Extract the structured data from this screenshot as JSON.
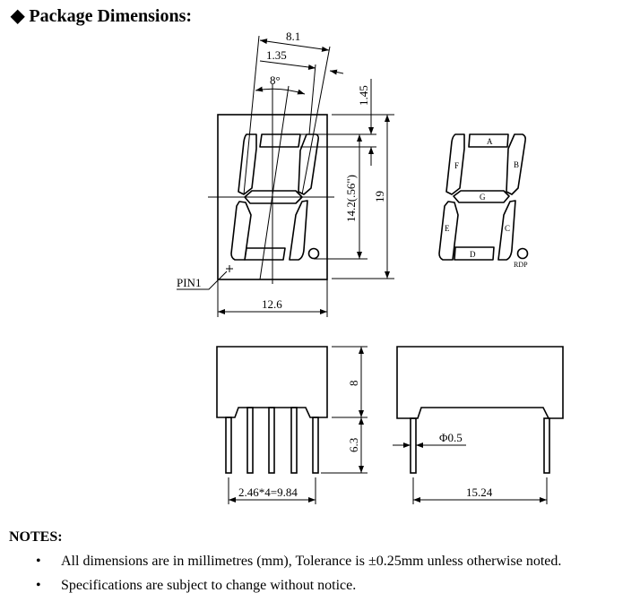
{
  "title": {
    "icon": "diamond-icon",
    "text": "Package Dimensions:"
  },
  "front_view": {
    "dim_width": "8.1",
    "dim_segment": "1.35",
    "dim_angle": "8°",
    "dim_top": "1.45",
    "dim_digit_height": "14.2(.56\")",
    "dim_height": "19",
    "dim_body_width": "12.6",
    "pin1_label": "PIN1"
  },
  "segment_map": {
    "labels": [
      "A",
      "B",
      "C",
      "D",
      "E",
      "F",
      "G"
    ],
    "dp_label": "RDP"
  },
  "side_view_left": {
    "dim_body_height": "8",
    "dim_pin_length": "6.3",
    "dim_pitch": "2.46*4=9.84"
  },
  "side_view_right": {
    "dim_pin_diameter": "Φ0.5",
    "dim_row_spacing": "15.24"
  },
  "notes": {
    "heading": "NOTES:",
    "items": [
      "All dimensions are in millimetres (mm), Tolerance is  ±0.25mm unless otherwise noted.",
      "Specifications are subject to change without notice."
    ]
  }
}
